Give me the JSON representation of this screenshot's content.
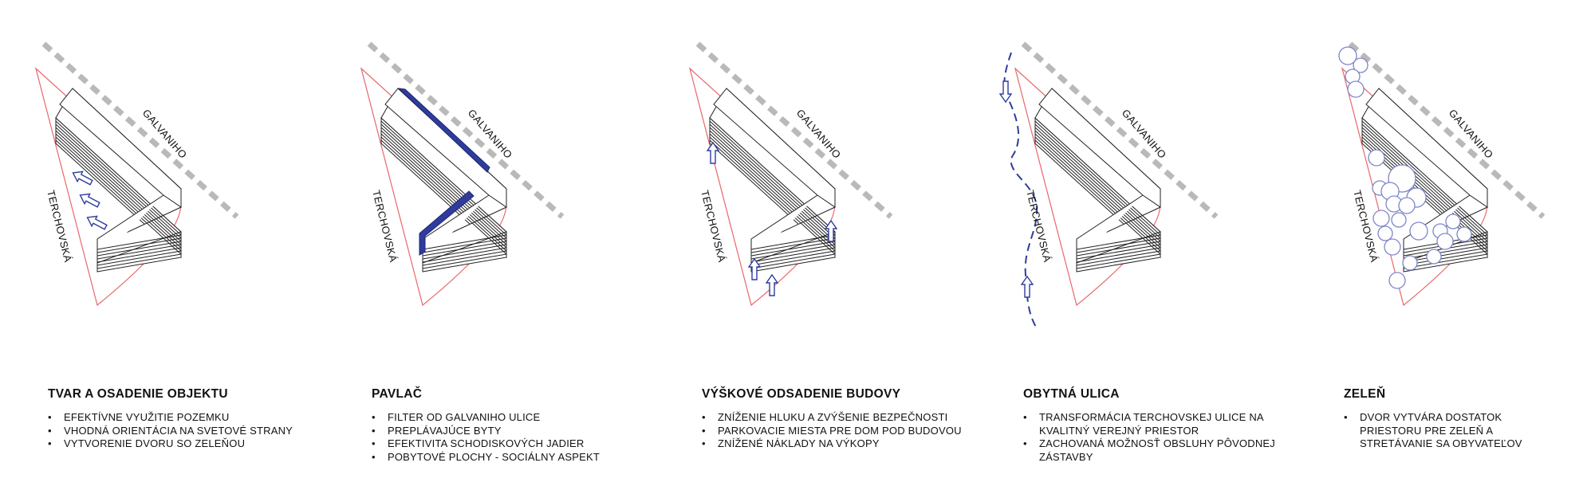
{
  "panels": [
    {
      "street_diagonal": "GALVANIHO",
      "street_left": "TERCHOVSKÁ",
      "title": "TVAR A OSADENIE OBJEKTU",
      "bullets": [
        "EFEKTÍVNE VYUŽITIE POZEMKU",
        "VHODNÁ ORIENTÁCIA NA SVETOVÉ STRANY",
        "VYTVORENIE DVORU SO ZELEŇOU"
      ],
      "overlay": "orientation-arrows"
    },
    {
      "street_diagonal": "GALVANIHO",
      "street_left": "TERCHOVSKÁ",
      "title": "PAVLAČ",
      "bullets": [
        "FILTER OD GALVANIHO ULICE",
        "PREPLÁVAJÚCE BYTY",
        "EFEKTIVITA SCHODISKOVÝCH JADIER",
        "POBYTOVÉ PLOCHY - SOCIÁLNY ASPEKT"
      ],
      "overlay": "gallery-bands"
    },
    {
      "street_diagonal": "GALVANIHO",
      "street_left": "TERCHOVSKÁ",
      "title": "VÝŠKOVÉ ODSADENIE BUDOVY",
      "bullets": [
        "ZNÍŽENIE HLUKU A ZVÝŠENIE BEZPEČNOSTI",
        "PARKOVACIE MIESTA PRE DOM POD BUDOVOU",
        "ZNÍŽENÉ NÁKLADY NA VÝKOPY"
      ],
      "overlay": "upward-arrows"
    },
    {
      "street_diagonal": "GALVANIHO",
      "street_left": "TERCHOVSKÁ",
      "title": "OBYTNÁ ULICA",
      "bullets": [
        "TRANSFORMÁCIA TERCHOVSKEJ ULICE NA KVALITNÝ VEREJNÝ PRIESTOR",
        "ZACHOVANÁ MOŽNOSŤ OBSLUHY PÔVODNEJ ZÁSTAVBY"
      ],
      "overlay": "street-path"
    },
    {
      "street_diagonal": "GALVANIHO",
      "street_left": "TERCHOVSKÁ",
      "title": "ZELEŇ",
      "bullets": [
        "DVOR VYTVÁRA DOSTATOK PRIESTORU PRE ZELEŇ A STRETÁVANIE SA OBYVATEĽOV"
      ],
      "overlay": "trees"
    }
  ],
  "colors": {
    "site_outline": "#e8676b",
    "street_dash": "#b9b9b9",
    "accent_blue": "#2f3c9e",
    "building_line": "#222222",
    "tree_stroke": "#7d86c9"
  }
}
